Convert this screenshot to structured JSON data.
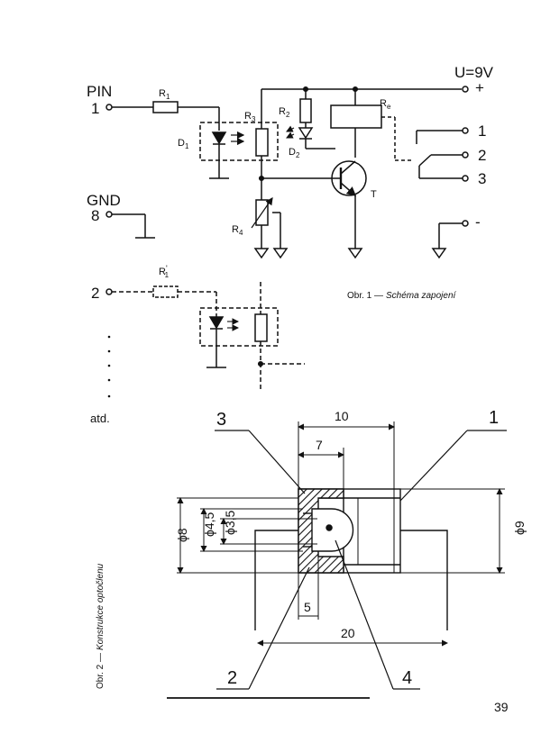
{
  "fig1": {
    "pin_label": "PIN",
    "pin_number": "1",
    "gnd_label": "GND",
    "gnd_number": "8",
    "supply_label": "U=9V",
    "plus_sign": "+",
    "minus_sign": "-",
    "r1": "R",
    "r1_sub": "1",
    "r1_prime": "R",
    "r1_prime_sub": "1",
    "r1_prime_mark": "'",
    "r2": "R",
    "r2_sub": "2",
    "r3": "R",
    "r3_sub": "3",
    "r4": "R",
    "r4_sub": "4",
    "re": "R",
    "re_sub": "e",
    "d1": "D",
    "d1_sub": "1",
    "d2": "D",
    "d2_sub": "2",
    "transistor": "T",
    "contact1": "1",
    "contact2": "2",
    "contact3": "3",
    "input2_number": "2",
    "etc": "atd.",
    "caption_prefix": "Obr. 1 —",
    "caption_text": "Schéma zapojení"
  },
  "fig2": {
    "caption_prefix": "Obr. 2 —",
    "caption_text": "Konstrukce optočlenu",
    "dim_10": "10",
    "dim_7": "7",
    "dim_5": "5",
    "dim_20": "20",
    "dim_d8": "ϕ8",
    "dim_d45": "ϕ4,5",
    "dim_d35": "ϕ3,5",
    "dim_d9": "ϕ9",
    "callout_1": "1",
    "callout_2": "2",
    "callout_3": "3",
    "callout_4": "4"
  },
  "page_number": "39"
}
